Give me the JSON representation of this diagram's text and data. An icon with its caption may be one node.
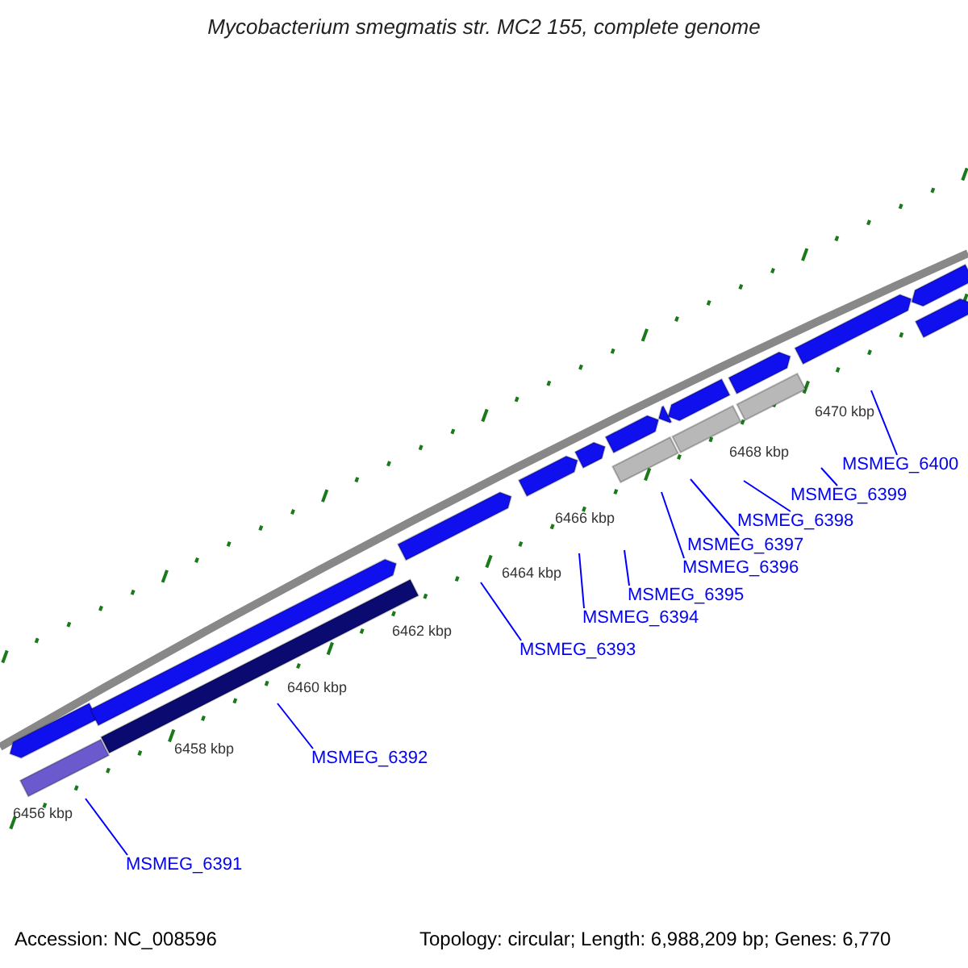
{
  "diagram": {
    "title": "Mycobacterium smegmatis str. MC2 155, complete genome",
    "nodes": [
      {
        "text": [
          "MSMEG_6391"
        ]
      },
      {
        "text": [
          "MSMEG_6392"
        ]
      },
      {
        "text": [
          "MSMEG_6393"
        ]
      },
      {
        "text": [
          "MSMEG_6394"
        ]
      },
      {
        "text": [
          "MSMEG_6395"
        ]
      },
      {
        "text": [
          "MSMEG_6396"
        ]
      },
      {
        "text": [
          "MSMEG_6397"
        ]
      },
      {
        "text": [
          "MSMEG_6398"
        ]
      },
      {
        "text": [
          "MSMEG_6399"
        ]
      },
      {
        "text": [
          "MSMEG_6400"
        ]
      }
    ],
    "edges": [
      {
        "from": 0,
        "to": null,
        "arrow": "none"
      },
      {
        "from": 1,
        "to": null,
        "arrow": "none"
      },
      {
        "from": 2,
        "to": null,
        "arrow": "none"
      },
      {
        "from": 3,
        "to": null,
        "arrow": "none"
      },
      {
        "from": 4,
        "to": null,
        "arrow": "none"
      },
      {
        "from": 5,
        "to": null,
        "arrow": "none"
      },
      {
        "from": 6,
        "to": null,
        "arrow": "none"
      },
      {
        "from": 7,
        "to": null,
        "arrow": "none"
      },
      {
        "from": 8,
        "to": null,
        "arrow": "none"
      },
      {
        "from": 9,
        "to": null,
        "arrow": "none"
      }
    ],
    "labels": [
      "6456 kbp",
      "6458 kbp",
      "6460 kbp",
      "6462 kbp",
      "6464 kbp",
      "6466 kbp",
      "6468 kbp",
      "6470 kbp",
      "Accession: NC_008596",
      "Topology: circular; Length: 6,988,209 bp; Genes: 6,770"
    ]
  }
}
